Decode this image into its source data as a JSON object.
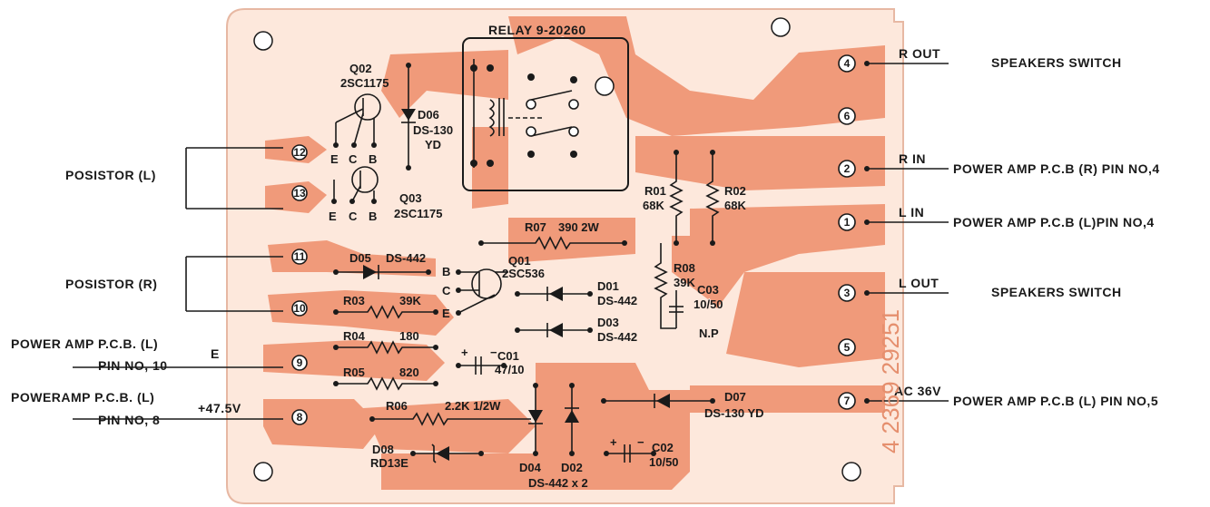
{
  "diagram": {
    "relay_label": "RELAY 9-20260",
    "board_number": "4 2369 29251",
    "colors": {
      "pcb_trace": "#f09a7a",
      "pcb_background": "#fde8dc",
      "ink": "#1a1a1a"
    },
    "pins": [
      {
        "id": "4",
        "signal": "R OUT",
        "destination": "SPEAKERS SWITCH"
      },
      {
        "id": "6",
        "signal": "",
        "destination": ""
      },
      {
        "id": "2",
        "signal": "R  IN",
        "destination": "POWER AMP P.C.B (R) PIN NO,4"
      },
      {
        "id": "1",
        "signal": "L  IN",
        "destination": "POWER AMP P.C.B (L)PIN NO,4"
      },
      {
        "id": "3",
        "signal": "L OUT",
        "destination": "SPEAKERS SWITCH"
      },
      {
        "id": "5",
        "signal": "",
        "destination": ""
      },
      {
        "id": "7",
        "signal": "AC 36V",
        "destination": "POWER AMP P.C.B (L) PIN NO,5"
      },
      {
        "id": "12",
        "signal": "",
        "destination": ""
      },
      {
        "id": "13",
        "signal": "",
        "destination": ""
      },
      {
        "id": "11",
        "signal": "",
        "destination": ""
      },
      {
        "id": "10",
        "signal": "",
        "destination": ""
      },
      {
        "id": "9",
        "signal": "E",
        "destination": ""
      },
      {
        "id": "8",
        "signal": "+47.5V",
        "destination": ""
      }
    ],
    "left_labels": {
      "posistor_l": "POSISTOR (L)",
      "posistor_r": "POSISTOR (R)",
      "pin9_line1": "POWER AMP  P.C.B. (L)",
      "pin9_line2": "PIN NO, 10",
      "pin8_line1": "POWERAMP  P.C.B. (L)",
      "pin8_line2": "PIN  NO, 8"
    },
    "components": {
      "q02": {
        "ref": "Q02",
        "part": "2SC1175"
      },
      "q03": {
        "ref": "Q03",
        "part": "2SC1175"
      },
      "d06": {
        "ref": "D06",
        "part": "DS-130",
        "suffix": "YD"
      },
      "d05": {
        "ref": "D05",
        "part": "DS-442"
      },
      "r03": {
        "ref": "R03",
        "value": "39K"
      },
      "r04": {
        "ref": "R04",
        "value": "180"
      },
      "r05": {
        "ref": "R05",
        "value": "820"
      },
      "r06": {
        "ref": "R06",
        "value": "2.2K  1/2W"
      },
      "r07": {
        "ref": "R07",
        "value": "390  2W"
      },
      "q01": {
        "ref": "Q01",
        "part": "2SC536"
      },
      "d01": {
        "ref": "D01",
        "part": "DS-442"
      },
      "d03": {
        "ref": "D03",
        "part": "DS-442"
      },
      "r01": {
        "ref": "R01",
        "value": "68K"
      },
      "r02": {
        "ref": "R02",
        "value": "68K"
      },
      "r08": {
        "ref": "R08",
        "value": "39K"
      },
      "c03": {
        "ref": "C03",
        "value": "10/50",
        "note": "N.P"
      },
      "c01": {
        "ref": "C01",
        "value": "47/10"
      },
      "c02": {
        "ref": "C02",
        "value": "10/50"
      },
      "d07": {
        "ref": "D07",
        "part": "DS-130 YD"
      },
      "d08": {
        "ref": "D08",
        "part": "RD13E"
      },
      "d04": {
        "ref": "D04"
      },
      "d02": {
        "ref": "D02",
        "part": "DS-442 x 2"
      }
    },
    "transistor_pins": {
      "e": "E",
      "c": "C",
      "b": "B"
    }
  }
}
